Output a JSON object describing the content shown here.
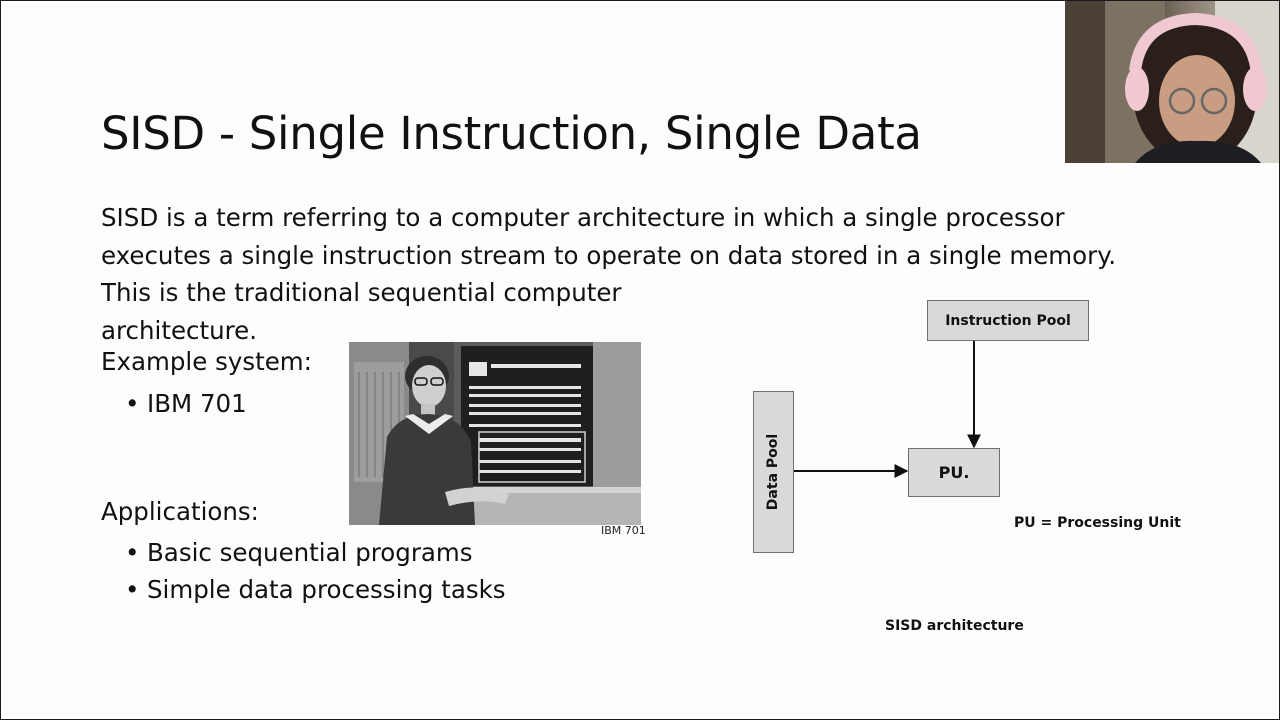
{
  "slide": {
    "title": "SISD - Single Instruction, Single Data",
    "paragraph_lines": [
      "SISD is a term referring to a computer architecture in which a single processor",
      "executes a single instruction stream to operate on data stored in a single memory.",
      "This is the traditional sequential computer",
      "architecture."
    ],
    "example_label": "Example system:",
    "example_items": [
      "IBM 701"
    ],
    "applications_label": "Applications:",
    "application_items": [
      "Basic sequential programs",
      "Simple data processing tasks"
    ],
    "photo_caption": "IBM 701"
  },
  "diagram": {
    "instruction_pool": "Instruction Pool",
    "data_pool": "Data Pool",
    "processing_unit": "PU.",
    "legend": "PU = Processing Unit",
    "caption": "SISD architecture"
  },
  "colors": {
    "box_fill": "#d9d9d9",
    "box_border": "#6f6f6f",
    "text": "#111111",
    "background": "#fdfdfd"
  },
  "icons": {
    "photo": "ibm-701-photo",
    "webcam": "presenter-webcam"
  }
}
